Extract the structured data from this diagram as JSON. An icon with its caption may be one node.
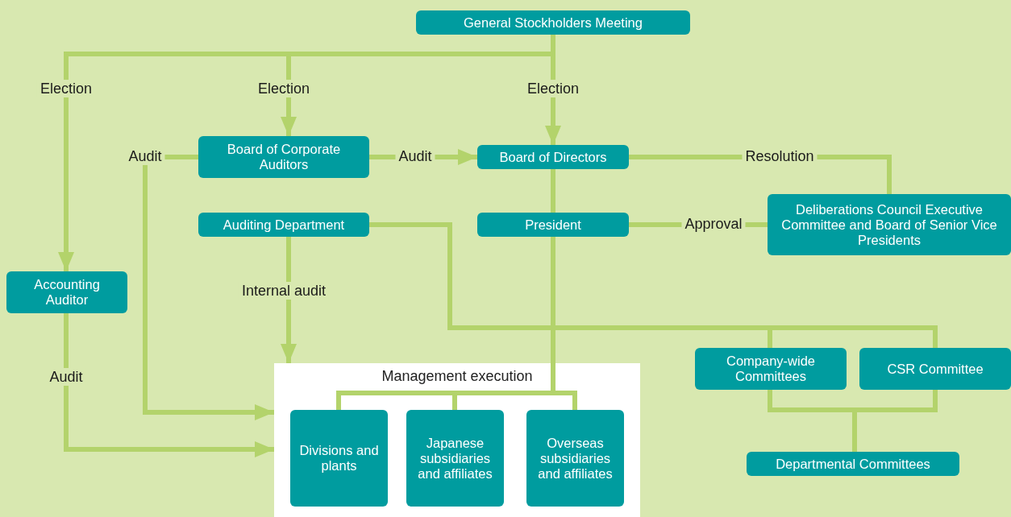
{
  "diagram": {
    "nodes": [
      {
        "text": [
          "General Stockholders Meeting"
        ]
      },
      {
        "text": [
          "Board of Corporate Auditors"
        ]
      },
      {
        "text": [
          "Board of Directors"
        ]
      },
      {
        "text": [
          "Auditing Department"
        ]
      },
      {
        "text": [
          "President"
        ]
      },
      {
        "text": [
          "Deliberations Council Executive Committee and Board of Senior Vice Presidents"
        ]
      },
      {
        "text": [
          "Accounting Auditor"
        ]
      },
      {
        "text": [
          "Management execution"
        ]
      },
      {
        "text": [
          "Divisions and plants"
        ],
        "in": 7
      },
      {
        "text": [
          "Japanese subsidiaries and affiliates"
        ],
        "in": 7
      },
      {
        "text": [
          "Overseas subsidiaries and affiliates"
        ],
        "in": 7
      },
      {
        "text": [
          "Company-wide Committees"
        ]
      },
      {
        "text": [
          "CSR Committee"
        ]
      },
      {
        "text": [
          "Departmental Committees"
        ]
      }
    ],
    "edges": [
      {
        "from": 0,
        "to": 6,
        "arrow": "to",
        "label": "Election"
      },
      {
        "from": 0,
        "to": 1,
        "arrow": "to",
        "label": "Election"
      },
      {
        "from": 0,
        "to": 2,
        "arrow": "to",
        "label": "Election"
      },
      {
        "from": 1,
        "to": 2,
        "arrow": "to",
        "label": "Audit"
      },
      {
        "from": 1,
        "to": 7,
        "arrow": "to",
        "label": "Audit"
      },
      {
        "from": 6,
        "to": 7,
        "arrow": "to",
        "label": "Audit"
      },
      {
        "from": 3,
        "to": 7,
        "arrow": "to",
        "label": "Internal audit"
      },
      {
        "from": 2,
        "to": 4,
        "arrow": "none"
      },
      {
        "from": 2,
        "to": 5,
        "arrow": "none",
        "label": "Resolution"
      },
      {
        "from": 4,
        "to": 5,
        "arrow": "none",
        "label": "Approval"
      },
      {
        "from": 4,
        "to": 8,
        "arrow": "none"
      },
      {
        "from": 4,
        "to": 9,
        "arrow": "none"
      },
      {
        "from": 4,
        "to": 10,
        "arrow": "none"
      },
      {
        "from": 3,
        "to": 11,
        "arrow": "none"
      },
      {
        "from": 3,
        "to": 12,
        "arrow": "none"
      },
      {
        "from": 11,
        "to": 13,
        "arrow": "none"
      },
      {
        "from": 12,
        "to": 13,
        "arrow": "none"
      }
    ]
  }
}
